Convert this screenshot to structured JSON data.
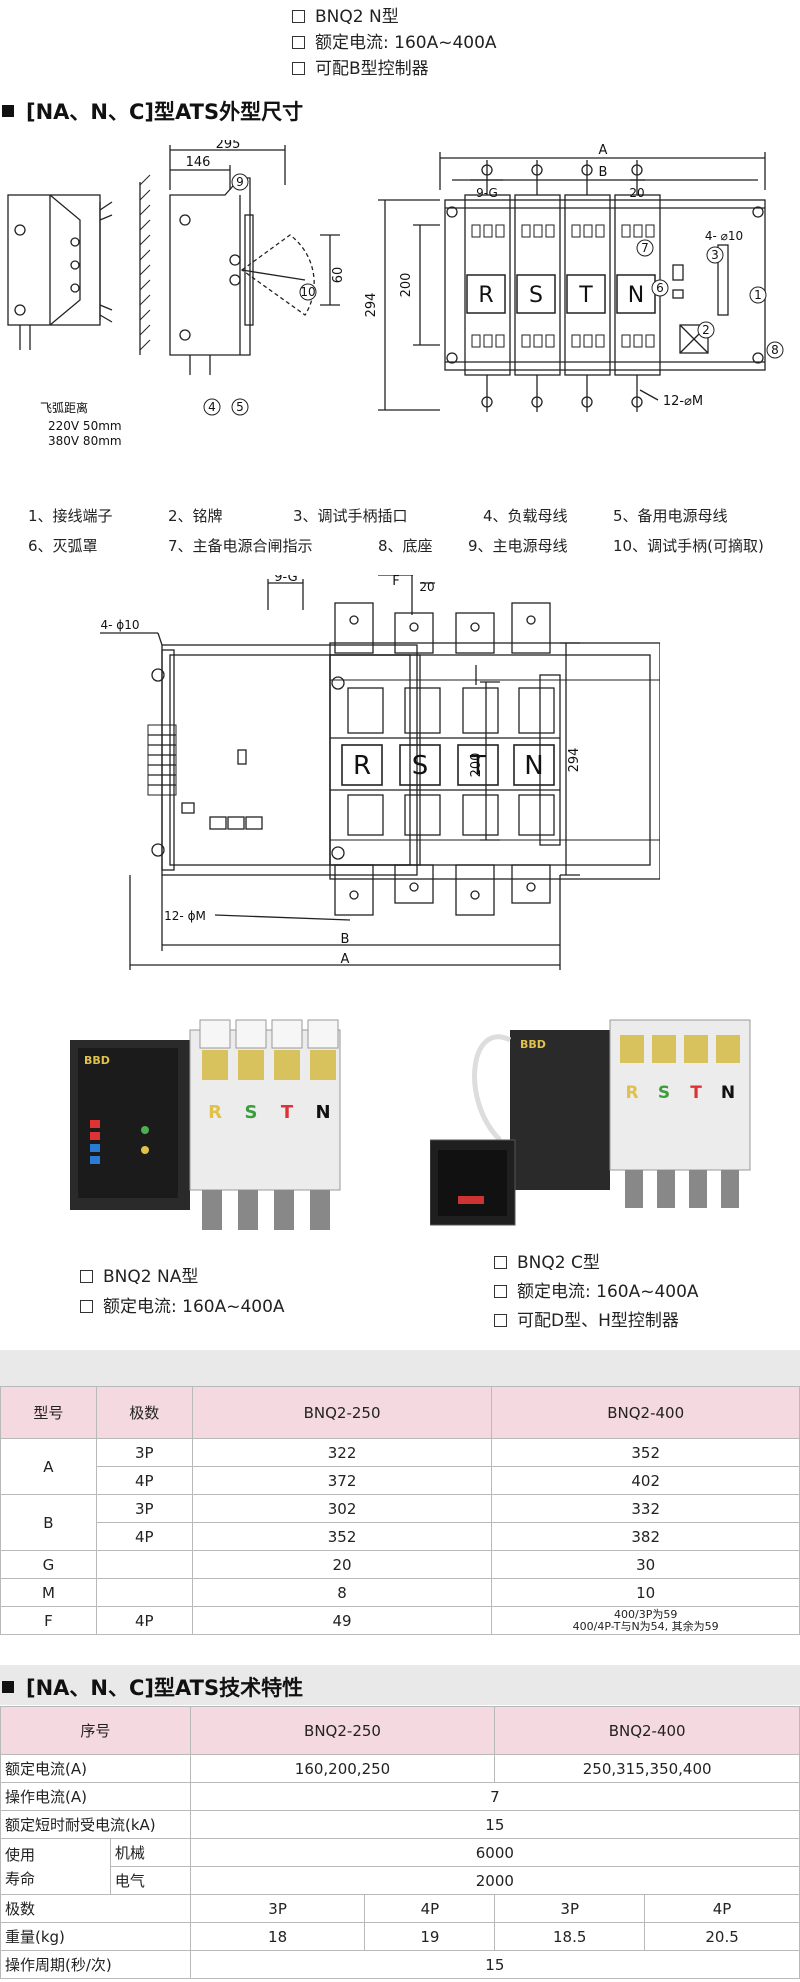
{
  "top_bullets": [
    "BNQ2 N型",
    "额定电流:  160A~400A",
    "可配B型控制器"
  ],
  "section1_title": "[NA、N、C]型ATS外型尺寸",
  "drawing1": {
    "dims": {
      "d295": "295",
      "d146": "146",
      "d60": "60",
      "dA": "A",
      "dB": "B",
      "d9G": "9-G",
      "d20": "20",
      "d4phi10": "4- ⌀10",
      "d294": "294",
      "d200": "200",
      "d12M": "12-⌀M"
    },
    "fly_arc_label": "飞弧距离",
    "fly_arc_rows": [
      "220V  50mm",
      "380V  80mm"
    ],
    "callouts": [
      "1",
      "2",
      "3",
      "4",
      "5",
      "6",
      "7",
      "8",
      "9",
      "10"
    ],
    "phase_letters": [
      "R",
      "S",
      "T",
      "N"
    ]
  },
  "legend": [
    [
      "1、接线端子",
      "2、铭牌",
      "3、调试手柄插口",
      "4、负载母线",
      "5、备用电源母线"
    ],
    [
      "6、灭弧罩",
      "7、主备电源合闸指示",
      "8、底座",
      "9、主电源母线",
      "10、调试手柄(可摘取)"
    ]
  ],
  "drawing2": {
    "dims": {
      "d9G": "9-G",
      "dF": "F",
      "d20": "20",
      "d4phi10": "4- ϕ10",
      "d200": "200",
      "d294": "294",
      "d12phiM": "12- ϕM",
      "dB": "B",
      "dA": "A"
    },
    "phase_letters": [
      "R",
      "S",
      "T",
      "N"
    ]
  },
  "photos": {
    "left_brand": "BBD",
    "right_brand": "BBD",
    "phase_letters": [
      "R",
      "S",
      "T",
      "N"
    ]
  },
  "product_na": [
    "BNQ2 NA型",
    "额定电流:  160A~400A"
  ],
  "product_c": [
    "BNQ2 C型",
    "额定电流:  160A~400A",
    "可配D型、H型控制器"
  ],
  "dim_table": {
    "headers": [
      "型号",
      "极数",
      "BNQ2-250",
      "BNQ2-400"
    ],
    "rows": [
      {
        "key": "A",
        "pole": "3P",
        "v250": "322",
        "v400": "352"
      },
      {
        "key": "",
        "pole": "4P",
        "v250": "372",
        "v400": "402"
      },
      {
        "key": "B",
        "pole": "3P",
        "v250": "302",
        "v400": "332"
      },
      {
        "key": "",
        "pole": "4P",
        "v250": "352",
        "v400": "382"
      },
      {
        "key": "G",
        "pole": "",
        "v250": "20",
        "v400": "30"
      },
      {
        "key": "M",
        "pole": "",
        "v250": "8",
        "v400": "10"
      },
      {
        "key": "F",
        "pole": "4P",
        "v250": "49",
        "v400": ""
      }
    ],
    "f400_lines": [
      "400/3P为59",
      "400/4P-T与N为54, 其余为59"
    ]
  },
  "section2_title": "[NA、N、C]型ATS技术特性",
  "tech_table": {
    "headers": [
      "序号",
      "BNQ2-250",
      "BNQ2-400"
    ],
    "rated_current": {
      "label": "额定电流(A)",
      "v250": "160,200,250",
      "v400": "250,315,350,400"
    },
    "operating_current": {
      "label": "操作电流(A)",
      "value": "7"
    },
    "short_time": {
      "label": "额定短时耐受电流(kA)",
      "value": "15"
    },
    "life": {
      "label_top": "使用",
      "label_bottom": "寿命",
      "mech_label": "机械",
      "mech_value": "6000",
      "elec_label": "电气",
      "elec_value": "2000"
    },
    "poles": {
      "label": "极数",
      "values": [
        "3P",
        "4P",
        "3P",
        "4P"
      ]
    },
    "weight": {
      "label": "重量(kg)",
      "values": [
        "18",
        "19",
        "18.5",
        "20.5"
      ]
    },
    "cycle": {
      "label": "操作周期(秒/次)",
      "value": "15"
    }
  },
  "colors": {
    "accent_pink": "#f4d9e0",
    "gray_band": "#e9e9e9",
    "line": "#222222"
  }
}
